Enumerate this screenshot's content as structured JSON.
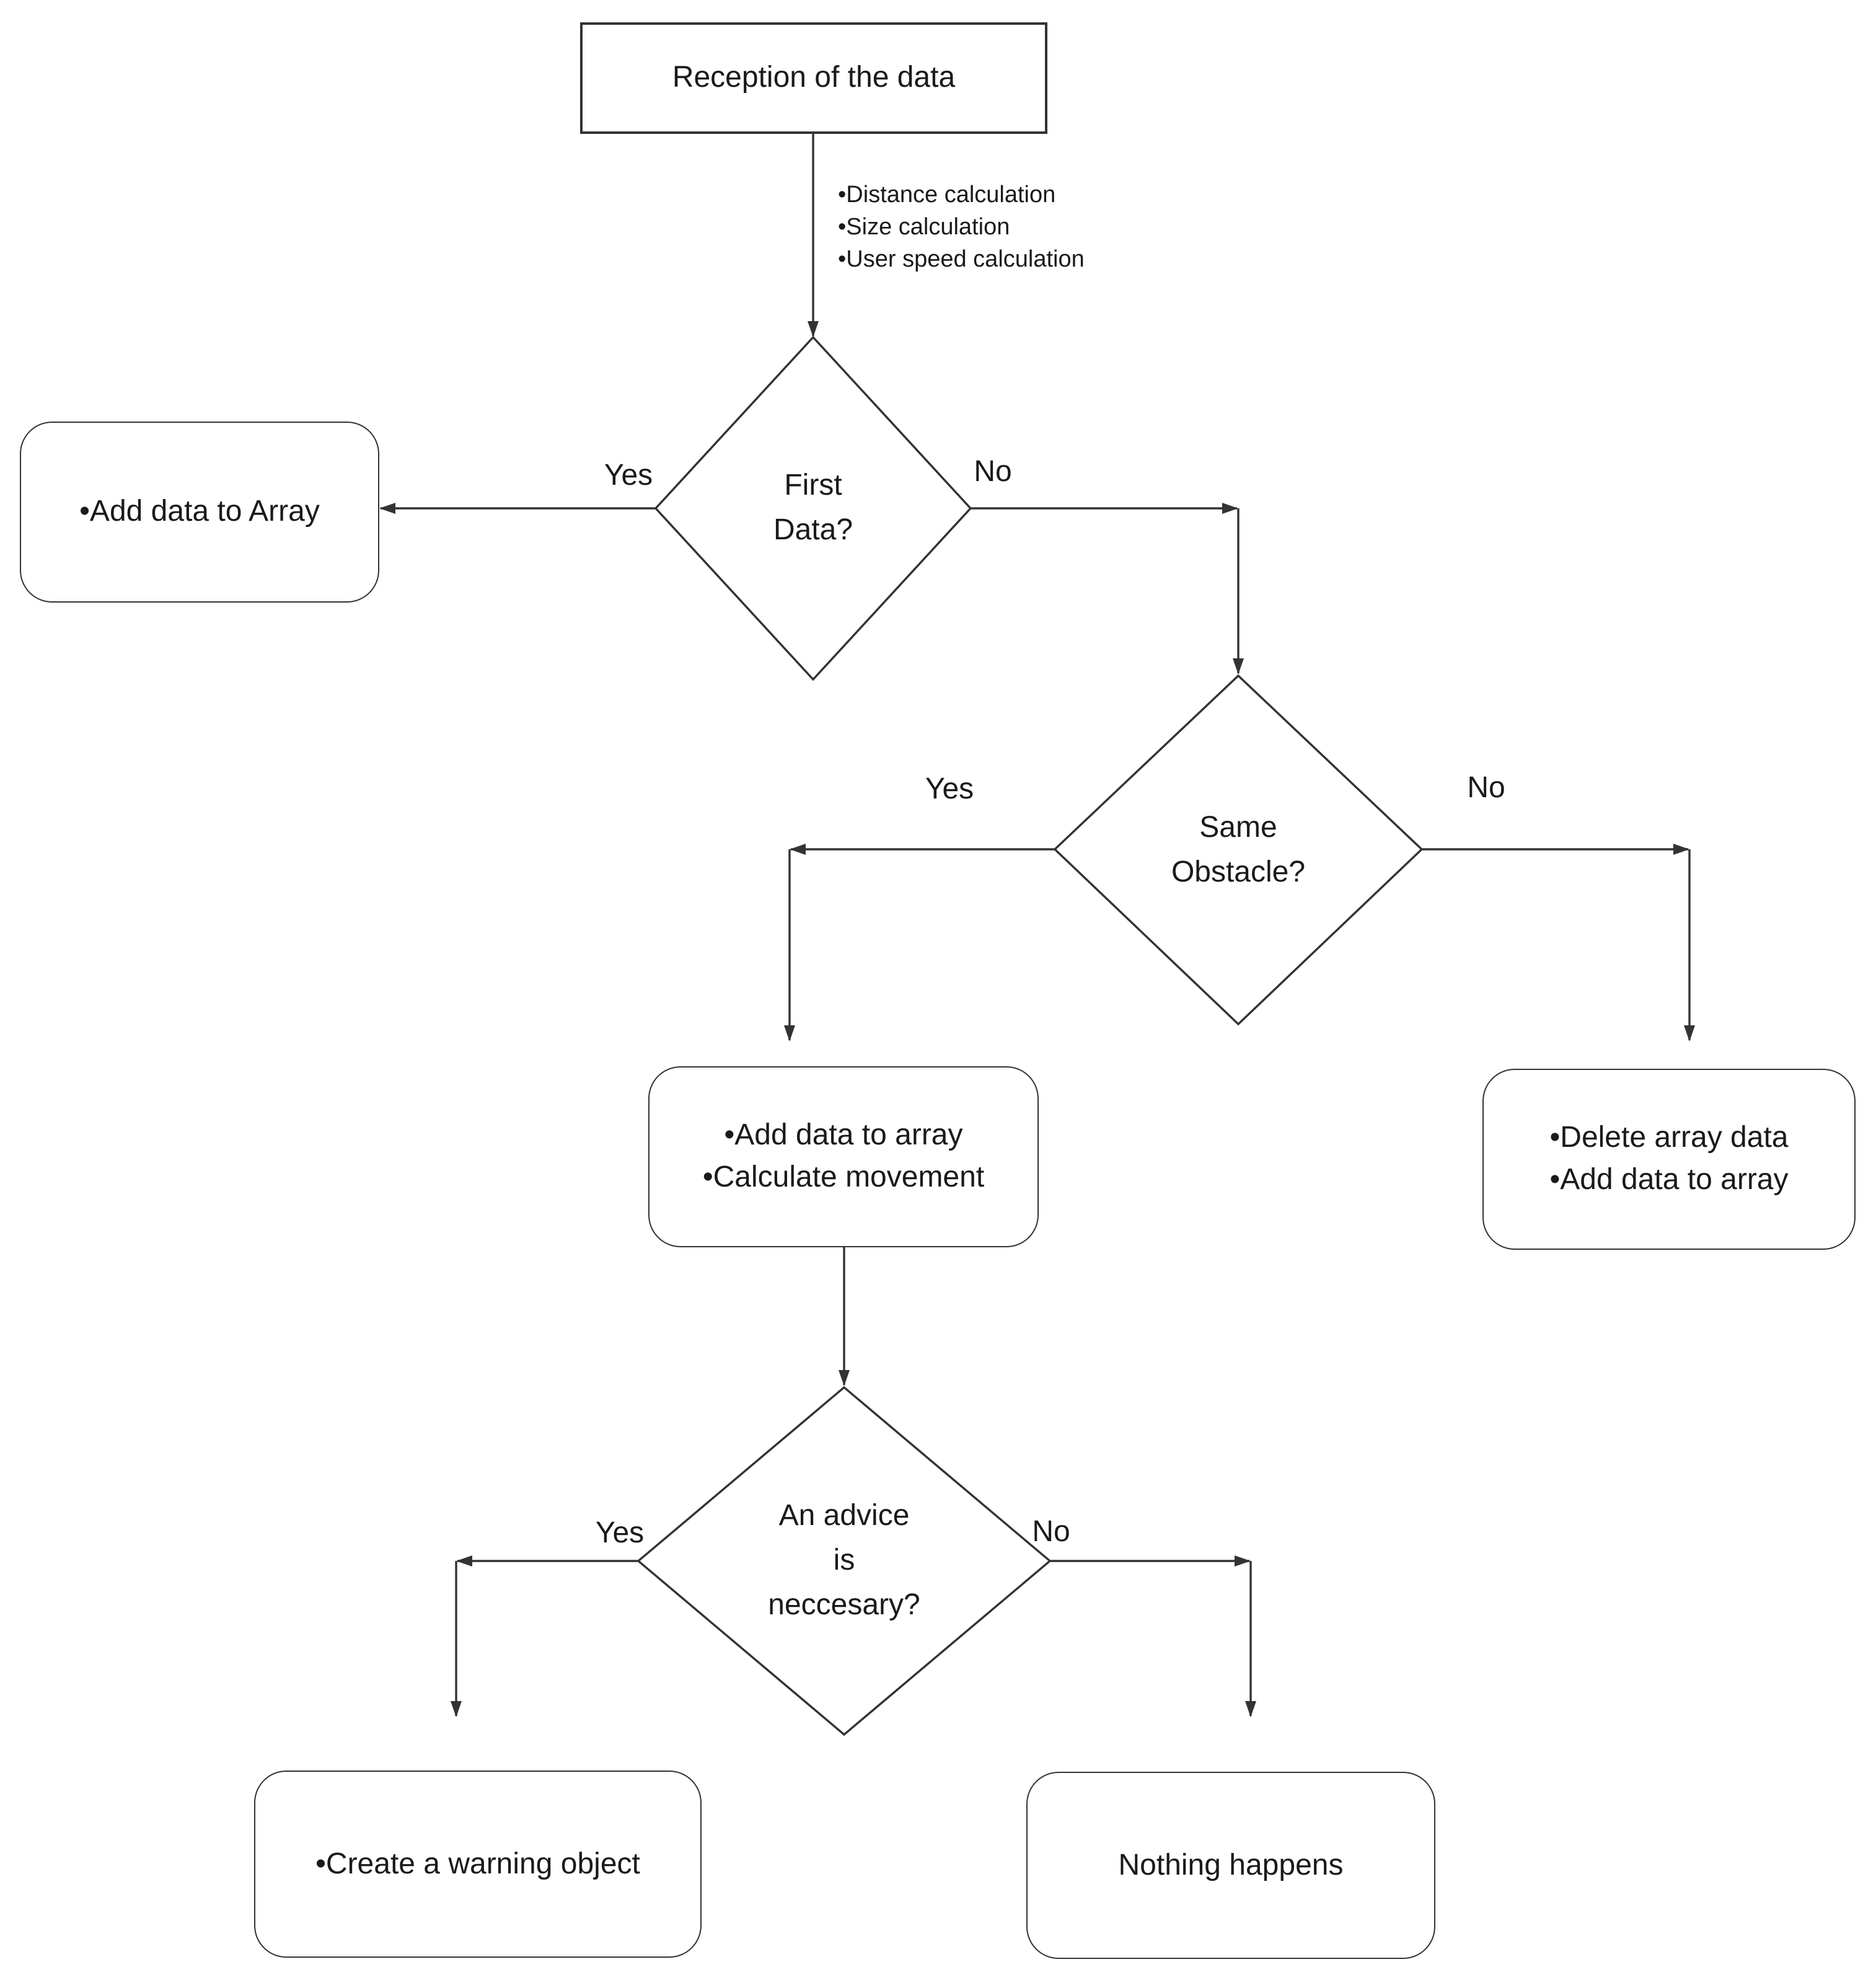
{
  "diagram": {
    "colors": {
      "stroke": "#333333",
      "text": "#1a1a1a",
      "background": "#ffffff"
    },
    "start_box": {
      "label": "Reception of the data"
    },
    "annotation": {
      "items": [
        "•Distance calculation",
        "•Size calculation",
        "•User speed calculation"
      ]
    },
    "decision_first_data": {
      "line1": "First",
      "line2": "Data?",
      "yes_label": "Yes",
      "no_label": "No"
    },
    "box_add_data_to_array": {
      "line1": "•Add data to Array"
    },
    "decision_same_obstacle": {
      "line1": "Same",
      "line2": "Obstacle?",
      "yes_label": "Yes",
      "no_label": "No"
    },
    "box_add_calculate": {
      "line1": "•Add data to array",
      "line2": "•Calculate movement"
    },
    "box_delete_add": {
      "line1": "•Delete array data",
      "line2": "•Add data to array"
    },
    "decision_advice": {
      "line1": "An advice",
      "line2": "is",
      "line3": "neccesary?",
      "yes_label": "Yes",
      "no_label": "No"
    },
    "box_create_warning": {
      "line1": "•Create a warning object"
    },
    "box_nothing_happens": {
      "line1": "Nothing happens"
    }
  }
}
